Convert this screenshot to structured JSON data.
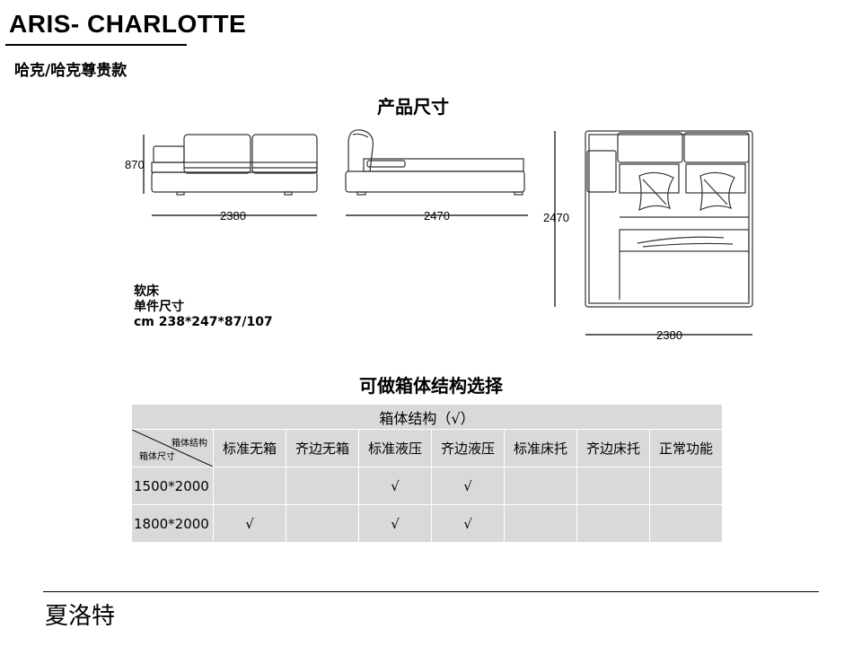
{
  "header": {
    "brand_title": "ARIS- CHARLOTTE",
    "subtitle": "哈克/哈克尊贵款"
  },
  "dimensions_section": {
    "title": "产品尺寸",
    "front_view": {
      "width": "2380",
      "height": "870"
    },
    "side_view": {
      "length": "2470"
    },
    "top_view": {
      "length": "2470",
      "width": "2380"
    }
  },
  "specs": {
    "type": "软床",
    "unit_label": "单件尺寸",
    "size": "cm 238*247*87/107"
  },
  "options_section": {
    "title": "可做箱体结构选择",
    "table": {
      "caption": "箱体结构（√）",
      "corner_top": "箱体结构",
      "corner_bottom": "箱体尺寸",
      "columns": [
        "标准无箱",
        "齐边无箱",
        "标准液压",
        "齐边液压",
        "标准床托",
        "齐边床托",
        "正常功能"
      ],
      "rows": [
        {
          "size": "1500*2000",
          "cells": [
            "",
            "",
            "√",
            "√",
            "",
            "",
            ""
          ]
        },
        {
          "size": "1800*2000",
          "cells": [
            "√",
            "",
            "√",
            "√",
            "",
            "",
            ""
          ]
        }
      ]
    }
  },
  "footer": {
    "name": "夏洛特"
  }
}
